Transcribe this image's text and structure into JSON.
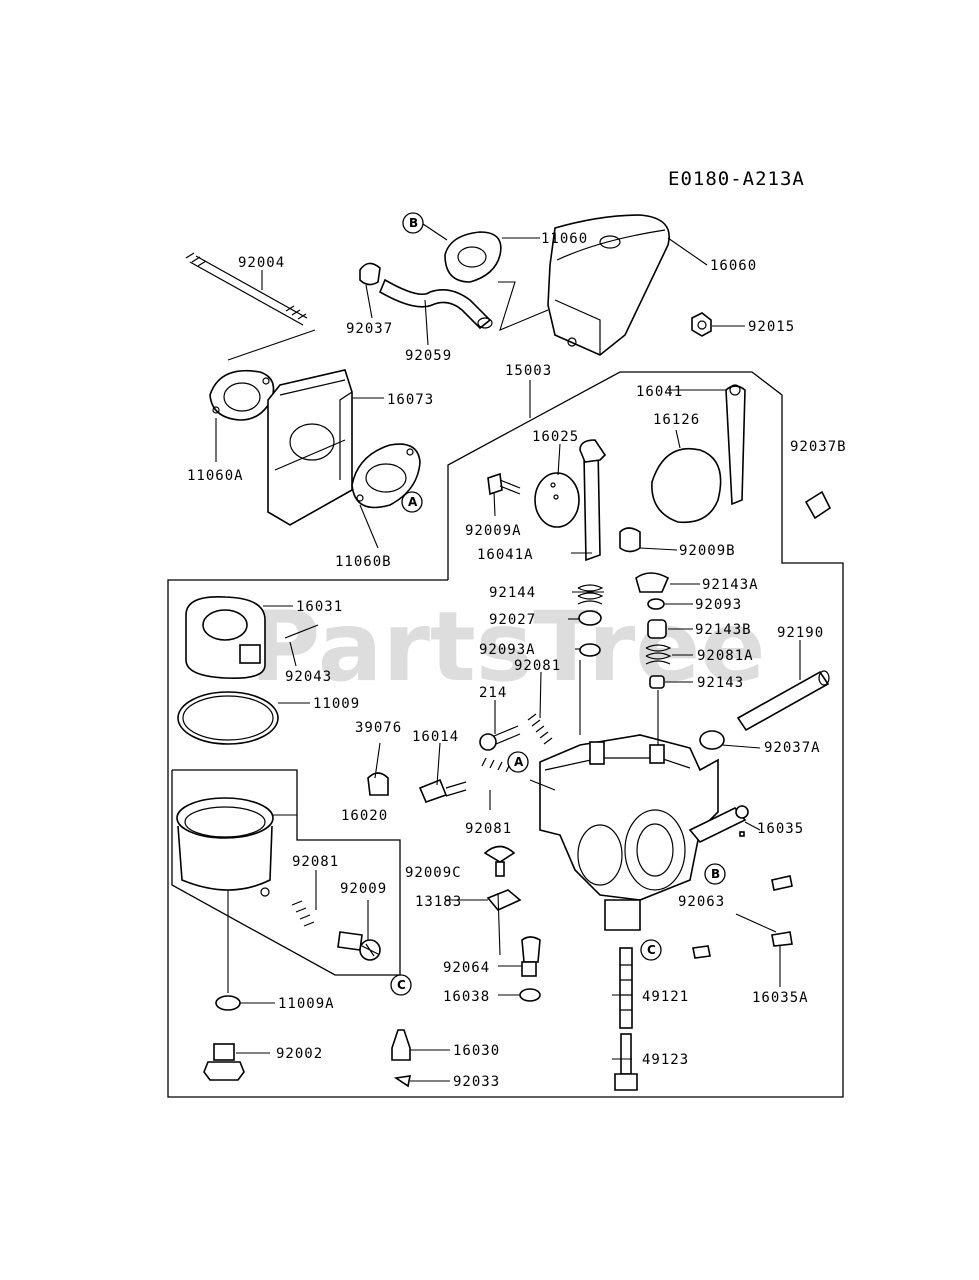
{
  "diagram_code": "E0180-A213A",
  "watermark": "PartsTree",
  "part_labels": {
    "p11060": "11060",
    "p16060": "16060",
    "p92004": "92004",
    "p92037": "92037",
    "p92059": "92059",
    "p92015": "92015",
    "p16073": "16073",
    "p11060A": "11060A",
    "p11060B": "11060B",
    "p15003": "15003",
    "p16041": "16041",
    "p16126": "16126",
    "p16025": "16025",
    "p92037B": "92037B",
    "p92009A": "92009A",
    "p16041A": "16041A",
    "p92009B": "92009B",
    "p16031": "16031",
    "p92144": "92144",
    "p92143A": "92143A",
    "p92093": "92093",
    "p92027": "92027",
    "p92143B": "92143B",
    "p92190": "92190",
    "p92043": "92043",
    "p92093A": "92093A",
    "p92081A": "92081A",
    "p92081_top": "92081",
    "p92143": "92143",
    "p11009": "11009",
    "p214": "214",
    "p39076": "39076",
    "p16014": "16014",
    "p92037A": "92037A",
    "p16020": "16020",
    "p92081_mid": "92081",
    "p16035": "16035",
    "p92081_low": "92081",
    "p92009C": "92009C",
    "p92009": "92009",
    "p13183": "13183",
    "p92063": "92063",
    "p92064": "92064",
    "p16038": "16038",
    "p49121": "49121",
    "p16035A": "16035A",
    "p11009A": "11009A",
    "p92002": "92002",
    "p16030": "16030",
    "p49123": "49123",
    "p92033": "92033"
  },
  "reference_markers": {
    "B_top": "B",
    "A_gasket": "A",
    "A_body": "A",
    "B_body": "B",
    "C_body": "C",
    "C_left": "C"
  }
}
